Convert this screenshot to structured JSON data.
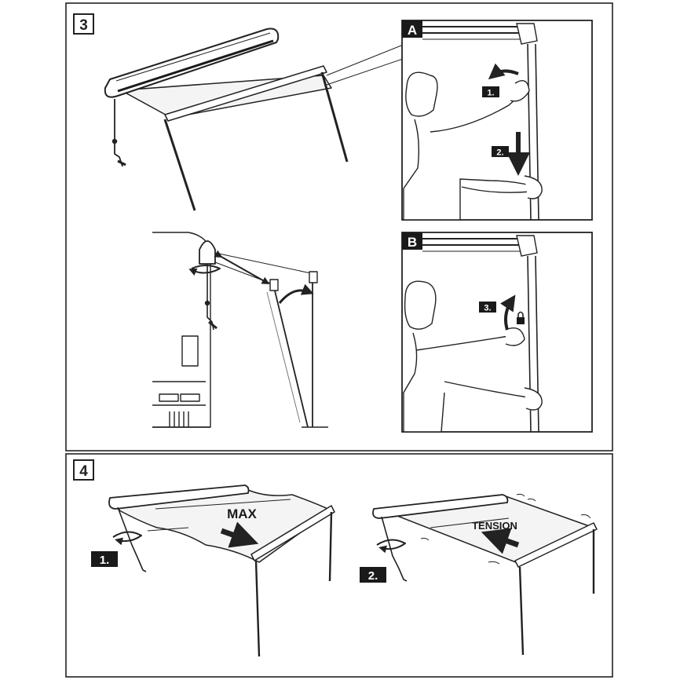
{
  "section3": {
    "number": "3"
  },
  "section4": {
    "number": "4"
  },
  "panelA": {
    "letter": "A",
    "step1": "1.",
    "step2": "2."
  },
  "panelB": {
    "letter": "B",
    "step3": "3."
  },
  "step4": {
    "step1": "1.",
    "max_label": "MAX",
    "step2": "2.",
    "tension_label": "TENSION"
  },
  "colors": {
    "line": "#222222",
    "fill_dark": "#1a1a1a",
    "canopy": "#f4f4f4",
    "figure": "#ffffff"
  },
  "icons": [
    "lock-icon",
    "curved-arrow-icon",
    "down-arrow-icon",
    "double-arrow-icon",
    "rotation-arrow-icon"
  ]
}
